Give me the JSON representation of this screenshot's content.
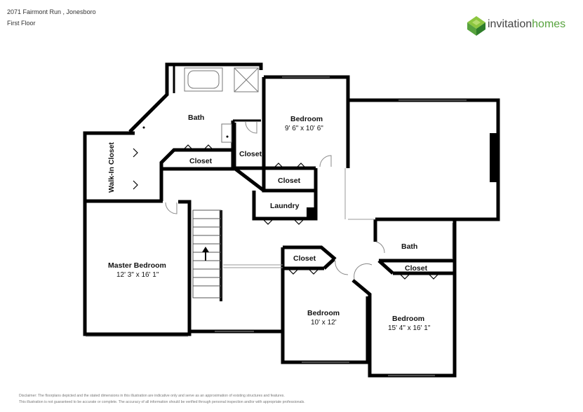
{
  "header": {
    "address": "2071 Fairmont Run , Jonesboro",
    "floor": "First Floor"
  },
  "brand": {
    "name_part1": "invitation",
    "name_part2": "homes",
    "green": "#58a33e",
    "dark_green": "#2f7d2a",
    "gray": "#444444"
  },
  "rooms": {
    "bath_top": {
      "label": "Bath"
    },
    "walk_in_closet": {
      "label": "Walk-In Closet"
    },
    "closet_a": {
      "label": "Closet"
    },
    "closet_b": {
      "label": "Closet"
    },
    "bedroom_top": {
      "label": "Bedroom",
      "dims": "9' 6\" x 10' 6\""
    },
    "closet_c": {
      "label": "Closet"
    },
    "laundry": {
      "label": "Laundry"
    },
    "master": {
      "label": "Master Bedroom",
      "dims": "12' 3\" x 16' 1\""
    },
    "closet_d": {
      "label": "Closet"
    },
    "bedroom_mid": {
      "label": "Bedroom",
      "dims": "10' x 12'"
    },
    "bath_right": {
      "label": "Bath"
    },
    "closet_e": {
      "label": "Closet"
    },
    "bedroom_right": {
      "label": "Bedroom",
      "dims": "15' 4\" x 16' 1\""
    }
  },
  "disclaimer": {
    "line1": "Disclaimer: The floorplans depicted and the stated dimensions in this illustration are indicative only and serve as an approximation of existing structures and features.",
    "line2": "This illustration is not guaranteed to be accurate or complete. The accuracy of all information should be verified through personal inspection and/or with appropriate professionals."
  }
}
